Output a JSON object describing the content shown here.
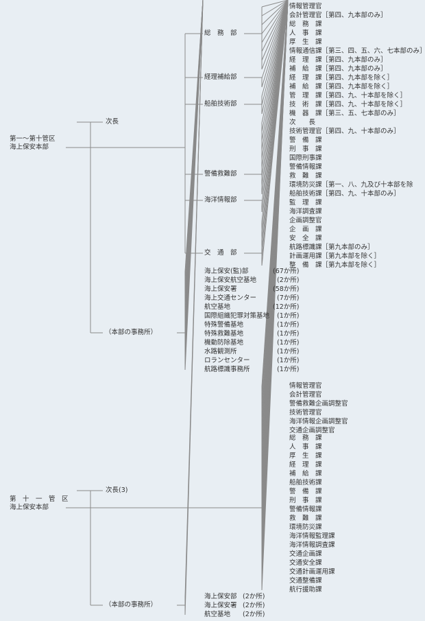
{
  "section1": {
    "root_line1": "第一～第十管区",
    "root_line2": "海上保安本部",
    "vice": "次長",
    "local_offices_label": "（本部の事務所）",
    "soumu": {
      "label": "総　務　部",
      "items": [
        "情報管理官",
        "会計管理官［第四、九本部のみ］",
        "総　務　課",
        "人　事　課",
        "厚　生　課",
        "情報通信課［第三、四、五、六、七本部のみ］",
        "経　理　課［第四、九本部のみ］",
        "補　給　課［第四、九本部のみ］"
      ]
    },
    "keiri": {
      "label": "経理補給部",
      "items": [
        "経　理　課［第四、九本部を除く］",
        "補　給　課［第四、九本部を除く］"
      ]
    },
    "senpaku": {
      "label": "船舶技術部",
      "items": [
        "管　理　課［第四、九、十本部を除く］",
        "技　術　課［第四、九、十本部を除く］",
        "機　器　課［第三、五、七本部のみ］"
      ]
    },
    "keibi": {
      "label": "警備救難部",
      "items": [
        "次　　長",
        "技術管理官［第四、九、十本部のみ］",
        "警　備　課",
        "刑　事　課",
        "国際刑事課",
        "警備情報課",
        "救　難　課",
        "環境防災課［第一、八、九及び十本部を除",
        "船舶技術課［第四、九、十本部のみ］"
      ]
    },
    "kaiyou": {
      "label": "海洋情報部",
      "items": [
        "監　理　課",
        "海洋調査課"
      ]
    },
    "koutsuu": {
      "label": "交　通　部",
      "items": [
        "企画調整官",
        "企　画　課",
        "安　全　課",
        "航路標識課［第九本部のみ］",
        "計画運用課［第九本部を除く］",
        "整　備　課［第九本部を除く］"
      ]
    },
    "offices": [
      {
        "name": "海上保安(監)部",
        "count": "(67か所)"
      },
      {
        "name": "海上保安航空基地",
        "count": "(2か所)"
      },
      {
        "name": "海上保安署",
        "count": "(58か所)"
      },
      {
        "name": "海上交通センター",
        "count": "(7か所)"
      },
      {
        "name": "航空基地",
        "count": "(12か所)"
      },
      {
        "name": "国際組織犯罪対策基地",
        "count": "(1か所)"
      },
      {
        "name": "特殊警備基地",
        "count": "(1か所)"
      },
      {
        "name": "特殊救難基地",
        "count": "(1か所)"
      },
      {
        "name": "機動防除基地",
        "count": "(1か所)"
      },
      {
        "name": "水路観測所",
        "count": "(1か所)"
      },
      {
        "name": "ロランセンター",
        "count": "(1か所)"
      },
      {
        "name": "航路標識事務所",
        "count": "(1か所)"
      }
    ]
  },
  "section2": {
    "root_line1": "第　十　一　管　区",
    "root_line2": "海上保安本部",
    "vice": "次長(3)",
    "local_offices_label": "（本部の事務所）",
    "staff": [
      "情報管理官",
      "会計管理官",
      "警備救難企画調整官",
      "技術管理官",
      "海洋情報企画調整官",
      "交通企画調整官"
    ],
    "divisions": [
      "総　務　課",
      "人　事　課",
      "厚　生　課",
      "経　理　課",
      "補　給　課",
      "船舶技術課",
      "警　備　課",
      "刑　事　課",
      "警備情報課",
      "救　難　課",
      "環境防災課",
      "海洋情報監理課",
      "海洋情報調査課",
      "交通企画課",
      "交通安全課",
      "交通計画運用課",
      "交通整備課",
      "航行援助課"
    ],
    "offices": [
      {
        "name": "海上保安部",
        "count": "(2か所)"
      },
      {
        "name": "海上保安署",
        "count": "(2か所)"
      },
      {
        "name": "航空基地",
        "count": "(2か所)"
      }
    ]
  }
}
